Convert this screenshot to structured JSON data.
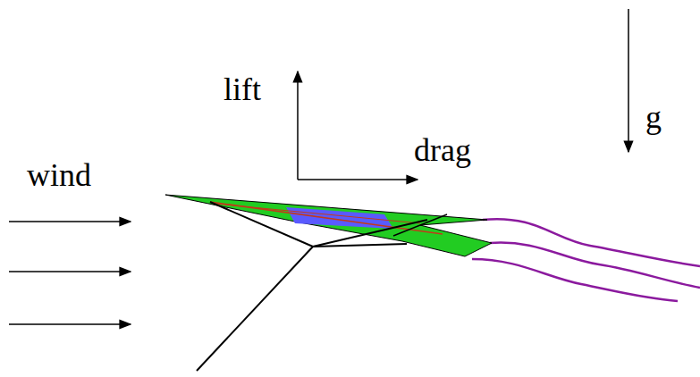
{
  "diagram": {
    "labels": [
      "wind",
      "lift",
      "drag",
      "g"
    ]
  }
}
